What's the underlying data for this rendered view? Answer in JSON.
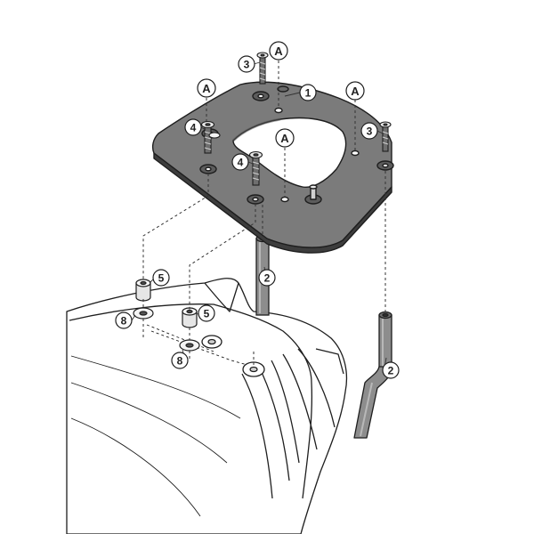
{
  "labels": {
    "plate": "1",
    "bar_left": "2",
    "bar_right": "2",
    "screw_top": "3",
    "screw_right": "3",
    "screw_left": "4",
    "screw_center": "4",
    "spacer_left": "5",
    "spacer_right": "5",
    "washer_left": "8",
    "washer_right": "8",
    "letter_top": "A",
    "letter_left": "A",
    "letter_right": "A",
    "letter_center": "A"
  },
  "colors": {
    "plate": "#7b7b7b",
    "outline": "#1e1e1e",
    "leader": "#333333",
    "metal": "#9a9a9a",
    "hood": "#ffffff"
  }
}
